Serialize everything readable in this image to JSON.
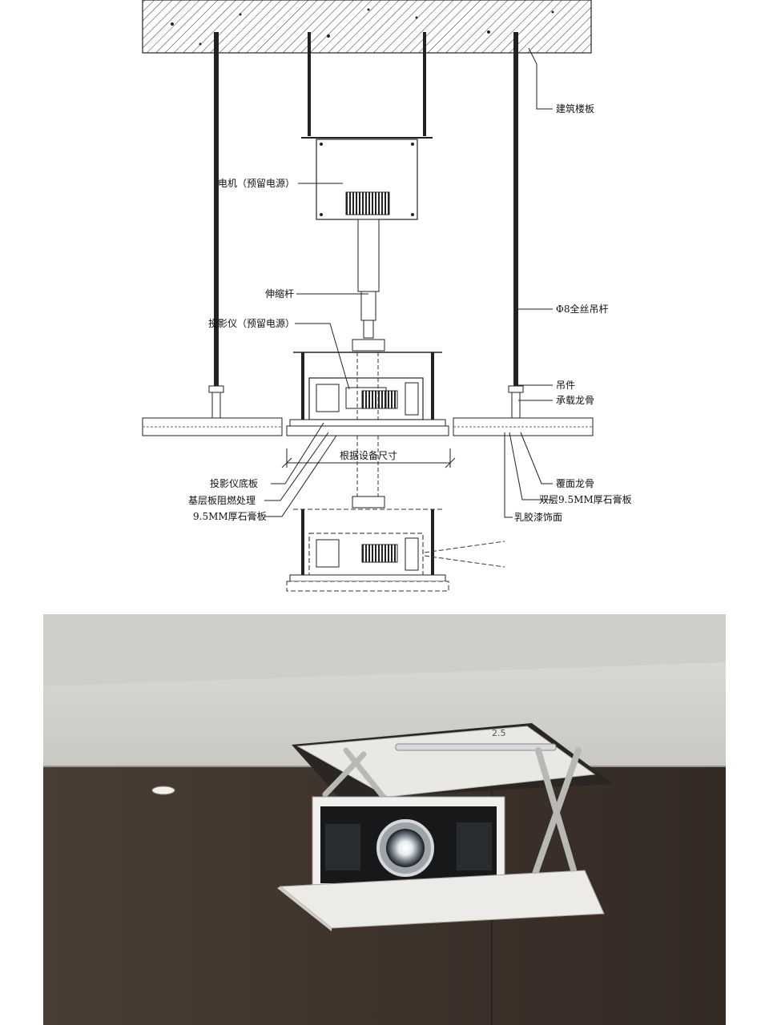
{
  "diagram": {
    "labels": {
      "building_slab": "建筑楼板",
      "motor": "电机（预留电源）",
      "telescopic_rod": "伸缩杆",
      "hanger_rod": "Φ8全丝吊杆",
      "projector": "投影仪（预留电源）",
      "hanger": "吊件",
      "main_keel": "承载龙骨",
      "dimension": "根据设备尺寸",
      "cover_keel": "覆面龙骨",
      "base_plate": "投影仪底板",
      "base_board_fireproof": "基层板阻燃处理",
      "double_gypsum": "双层9.5MM厚石膏板",
      "gypsum_board": "9.5MM厚石膏板",
      "latex_paint": "乳胶漆饰面"
    }
  },
  "photo": {
    "plate_mark": "2.5"
  }
}
